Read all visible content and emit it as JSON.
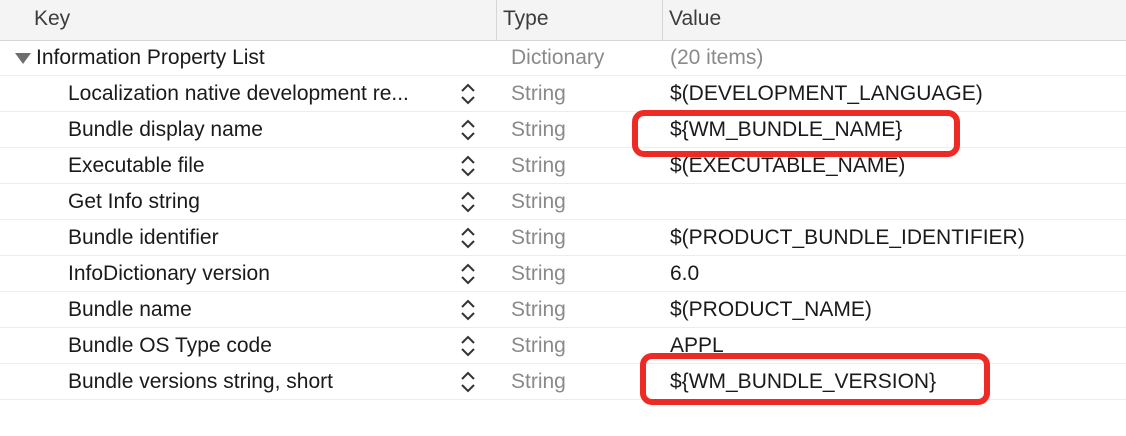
{
  "header": {
    "key": "Key",
    "type": "Type",
    "value": "Value"
  },
  "root": {
    "key": "Information Property List",
    "type": "Dictionary",
    "value": "(20 items)"
  },
  "rows": [
    {
      "key": "Localization native development re...",
      "type": "String",
      "value": "$(DEVELOPMENT_LANGUAGE)"
    },
    {
      "key": "Bundle display name",
      "type": "String",
      "value": "${WM_BUNDLE_NAME}"
    },
    {
      "key": "Executable file",
      "type": "String",
      "value": "$(EXECUTABLE_NAME)"
    },
    {
      "key": "Get Info string",
      "type": "String",
      "value": ""
    },
    {
      "key": "Bundle identifier",
      "type": "String",
      "value": "$(PRODUCT_BUNDLE_IDENTIFIER)"
    },
    {
      "key": "InfoDictionary version",
      "type": "String",
      "value": "6.0"
    },
    {
      "key": "Bundle name",
      "type": "String",
      "value": "$(PRODUCT_NAME)"
    },
    {
      "key": "Bundle OS Type code",
      "type": "String",
      "value": "APPL"
    },
    {
      "key": "Bundle versions string, short",
      "type": "String",
      "value": "${WM_BUNDLE_VERSION}"
    }
  ],
  "colors": {
    "highlight": "#ee2a24",
    "header_bg": "#f4f4f4",
    "type_text": "#8a8a8a"
  }
}
